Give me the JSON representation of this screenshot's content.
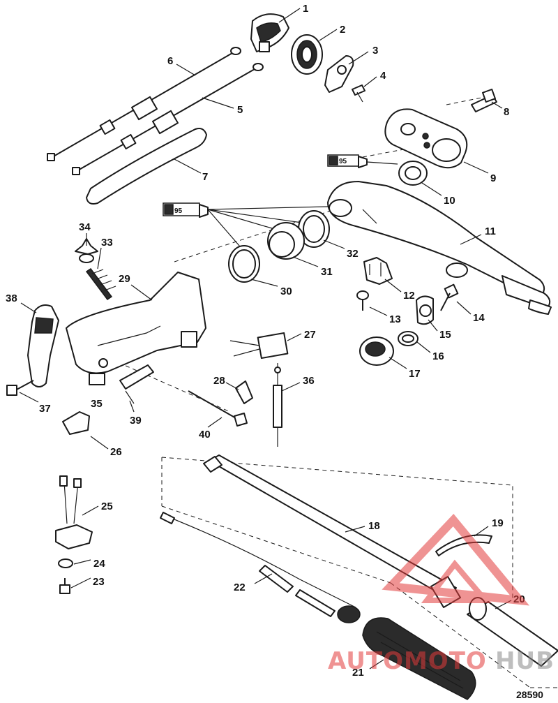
{
  "figure_number": "28590",
  "sealant_label": "95",
  "watermark": {
    "brand_part1": "AUTOMOTO",
    "brand_part2": "HUB",
    "color_red": "#e23b3b",
    "color_grey": "#8a8a8a"
  },
  "callouts": [
    {
      "id": "1"
    },
    {
      "id": "2"
    },
    {
      "id": "3"
    },
    {
      "id": "4"
    },
    {
      "id": "5"
    },
    {
      "id": "6"
    },
    {
      "id": "7"
    },
    {
      "id": "8"
    },
    {
      "id": "9"
    },
    {
      "id": "10"
    },
    {
      "id": "11"
    },
    {
      "id": "12"
    },
    {
      "id": "13"
    },
    {
      "id": "14"
    },
    {
      "id": "15"
    },
    {
      "id": "16"
    },
    {
      "id": "17"
    },
    {
      "id": "18"
    },
    {
      "id": "19"
    },
    {
      "id": "20"
    },
    {
      "id": "21"
    },
    {
      "id": "22"
    },
    {
      "id": "23"
    },
    {
      "id": "24"
    },
    {
      "id": "25"
    },
    {
      "id": "26"
    },
    {
      "id": "27"
    },
    {
      "id": "28"
    },
    {
      "id": "29"
    },
    {
      "id": "30"
    },
    {
      "id": "31"
    },
    {
      "id": "32"
    },
    {
      "id": "33"
    },
    {
      "id": "34"
    },
    {
      "id": "35"
    },
    {
      "id": "36"
    },
    {
      "id": "37"
    },
    {
      "id": "38"
    },
    {
      "id": "39"
    },
    {
      "id": "40"
    }
  ]
}
